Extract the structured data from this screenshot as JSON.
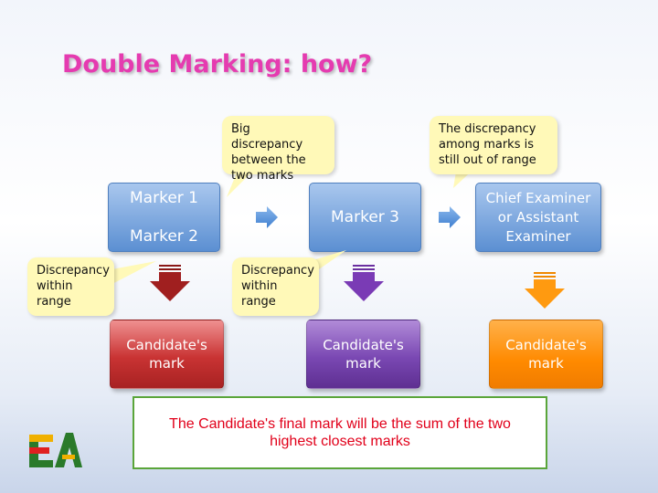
{
  "title": "Double Marking: how?",
  "callouts": {
    "big_discrepancy": "Big discrepancy between the two marks",
    "out_of_range": "The discrepancy among marks is still out of range",
    "within_range_1": "Discrepancy within range",
    "within_range_2": "Discrepancy within range"
  },
  "nodes": {
    "marker1": "Marker 1",
    "marker2": "Marker 2",
    "marker3": "Marker 3",
    "chief": "Chief Examiner or Assistant Examiner",
    "mark_red": "Candidate's mark",
    "mark_purple": "Candidate's mark",
    "mark_orange": "Candidate's mark"
  },
  "final_note": "The Candidate's final mark will be the sum of the two highest closest marks",
  "colors": {
    "title": "#e53bb0",
    "callout_fill": "#fff9b8",
    "marker_blue": "#5b8fd2",
    "mark_red": "#c93333",
    "mark_purple": "#7a48b3",
    "mark_orange": "#ff8a00",
    "final_text": "#e1001a",
    "final_border": "#5aa53a"
  },
  "icons": {
    "right_arrow": "right-arrow-icon",
    "down_arrow": "down-arrow-icon",
    "logo": "ea-logo"
  }
}
